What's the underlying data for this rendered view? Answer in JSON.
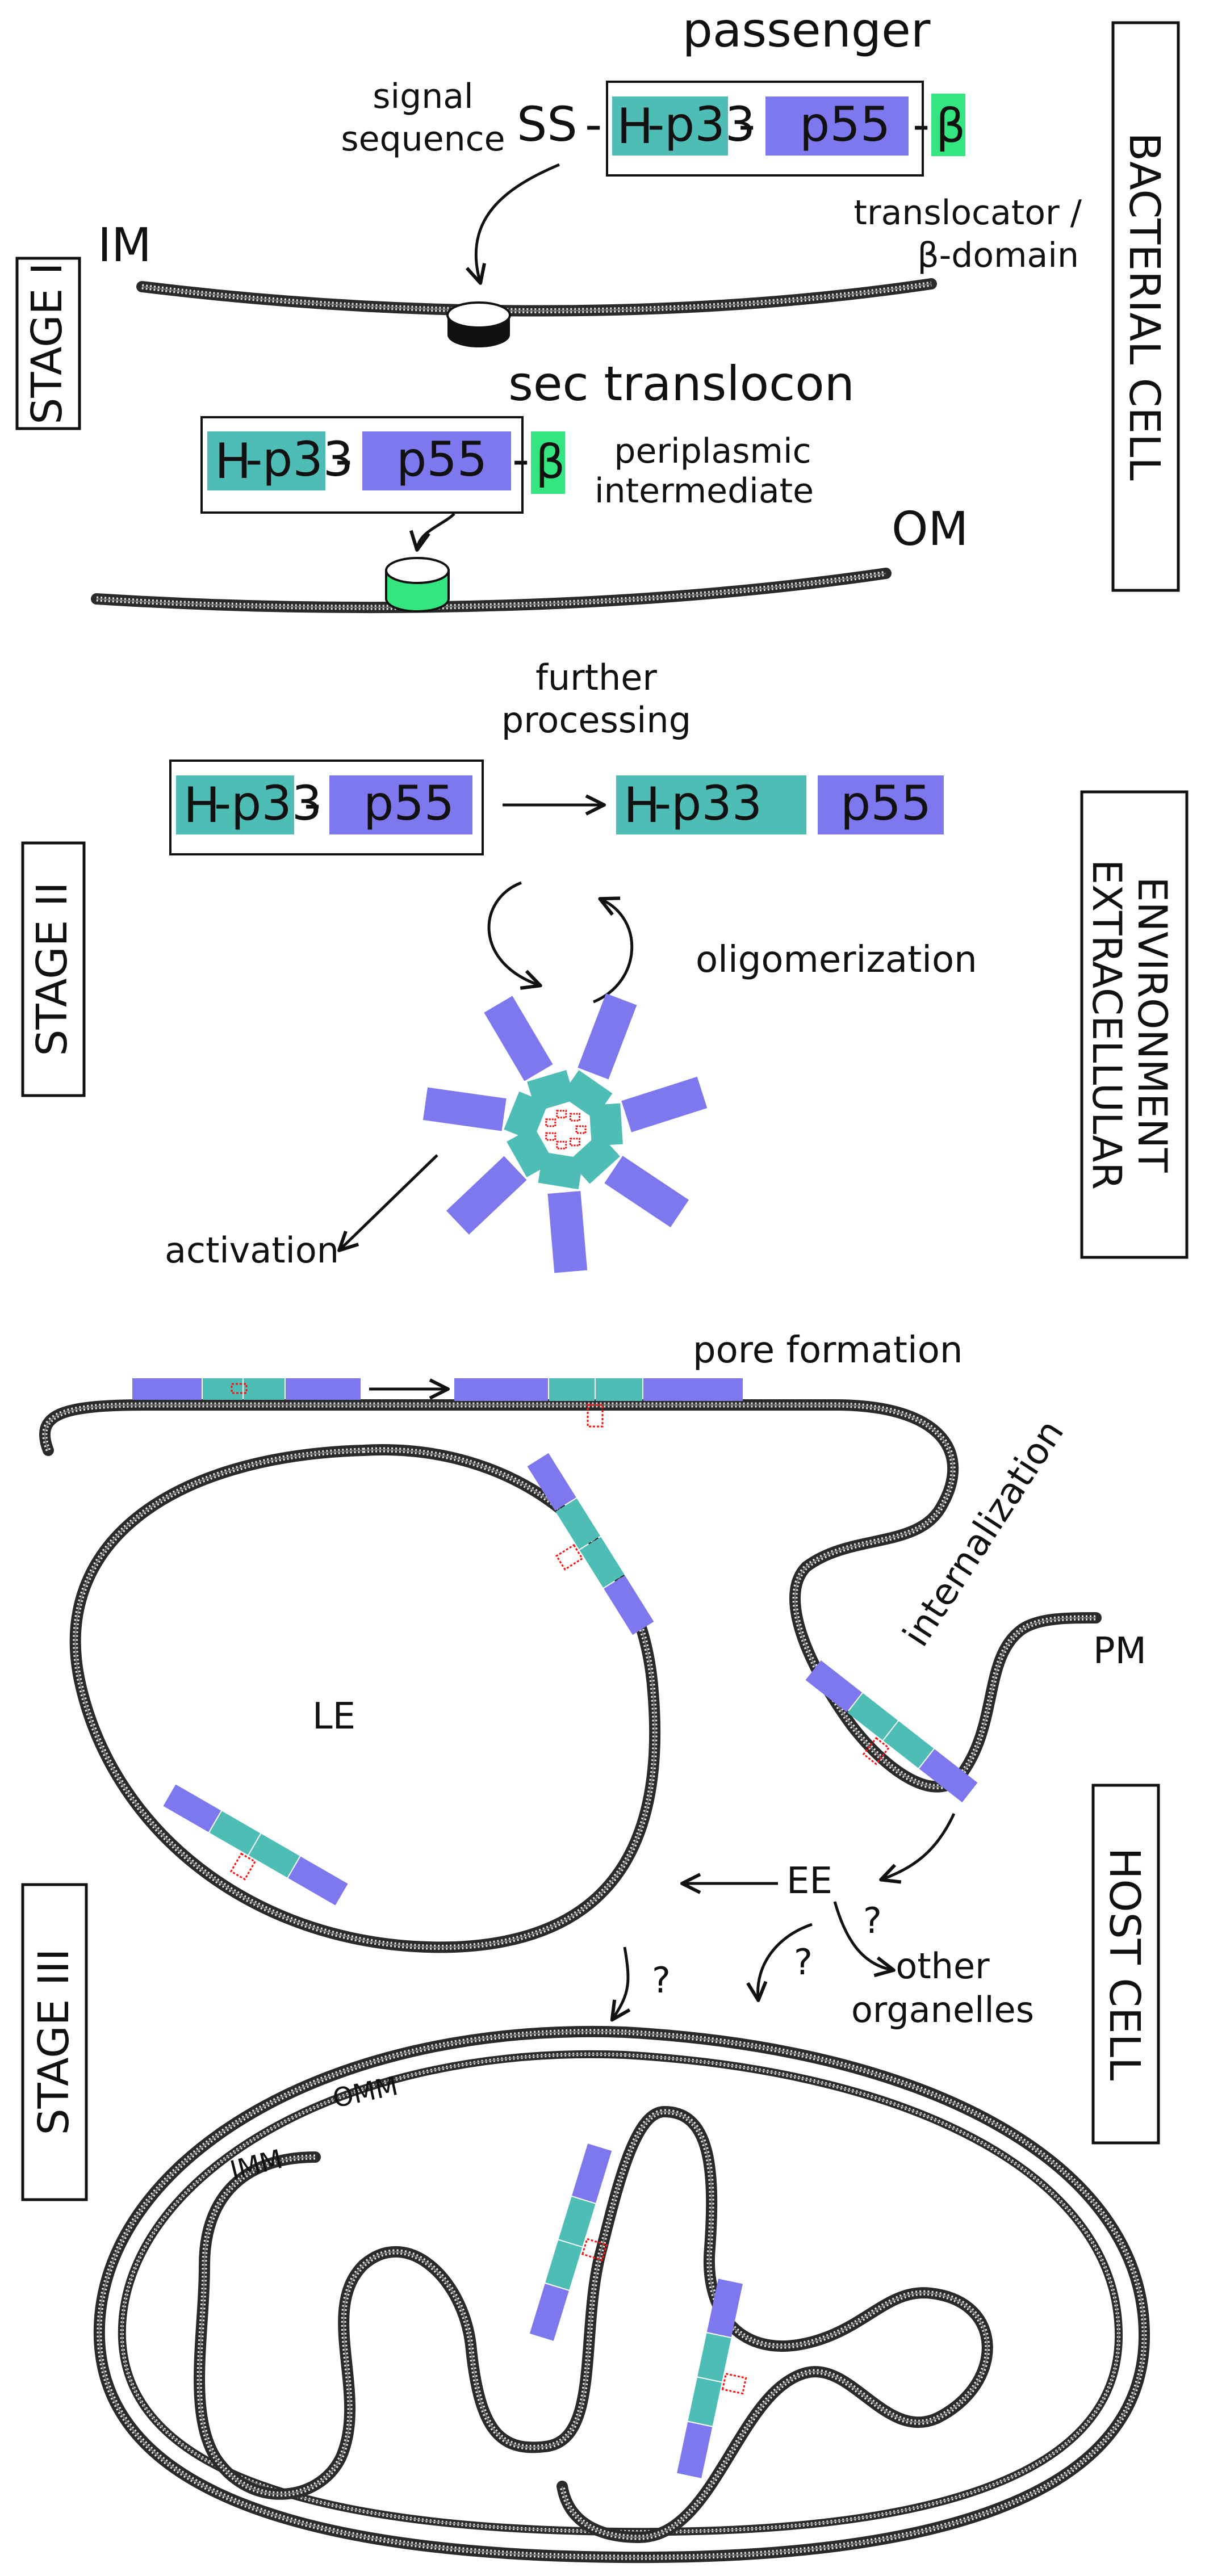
{
  "colors": {
    "teal": "#4dbdb6",
    "violet": "#7d78ee",
    "green": "#33e680",
    "red": "#ff1111",
    "membrane_dark": "#2a2a2a",
    "membrane_mid": "#6a6a6a",
    "membrane_light": "#dcdcdc"
  },
  "side_labels": {
    "stage1": "STAGE I",
    "stage2": "STAGE II",
    "stage3": "STAGE III",
    "bacterial_cell": "BACTERIAL CELL",
    "extracellular_line1": "EXTRACELLULAR",
    "extracellular_line2": "ENVIRONMENT",
    "host_cell": "HOST CELL"
  },
  "stage1": {
    "passenger": "passenger",
    "signal_line1": "signal",
    "signal_line2": "sequence",
    "ss": "SS",
    "dash": "-",
    "h": "H",
    "p33": "p33",
    "p55": "p55",
    "beta": "β",
    "translocator_line1": "translocator /",
    "translocator_line2": "β-domain",
    "im": "IM",
    "sec_translocon": "sec translocon",
    "periplasmic_line1": "periplasmic",
    "periplasmic_line2": "intermediate",
    "om": "OM"
  },
  "stage2": {
    "further_line1": "further",
    "further_line2": "processing",
    "oligomerization": "oligomerization",
    "activation": "activation"
  },
  "stage3": {
    "pore_formation": "pore formation",
    "internalization": "internalization",
    "pm": "PM",
    "le": "LE",
    "ee": "EE",
    "question": "?",
    "other_line1": "other",
    "other_line2": "organelles",
    "omm": "OMM",
    "imm": "IMM"
  }
}
